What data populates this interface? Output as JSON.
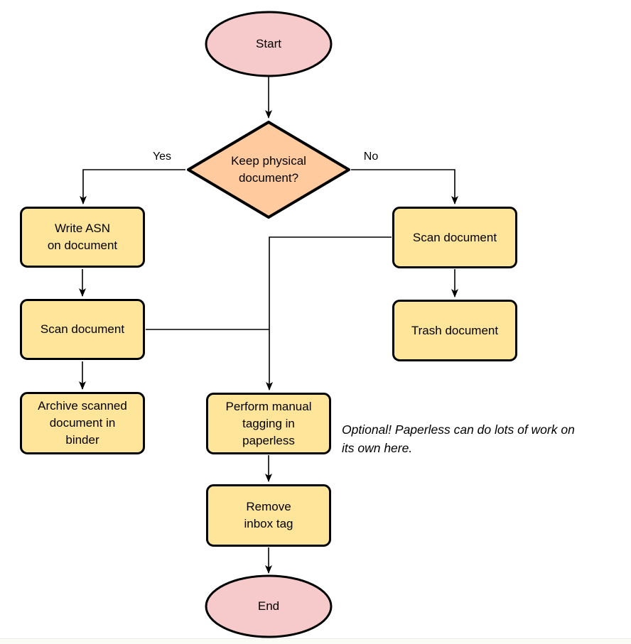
{
  "colors": {
    "terminator_fill": "#F6CACA",
    "decision_fill": "#FFCB9E",
    "process_fill": "#FFE59A",
    "stroke": "#000000"
  },
  "nodes": {
    "start": {
      "label": "Start",
      "type": "terminator"
    },
    "keep_physical": {
      "label": "Keep physical\ndocument?",
      "type": "decision"
    },
    "write_asn": {
      "label": "Write ASN\non document",
      "type": "process"
    },
    "scan_document_left": {
      "label": "Scan document",
      "type": "process"
    },
    "archive": {
      "label": "Archive scanned\ndocument in\nbinder",
      "type": "process"
    },
    "scan_document_right": {
      "label": "Scan document",
      "type": "process"
    },
    "trash": {
      "label": "Trash document",
      "type": "process"
    },
    "manual_tagging": {
      "label": "Perform manual\ntagging in\npaperless",
      "type": "process"
    },
    "remove_inbox_tag": {
      "label": "Remove\ninbox tag",
      "type": "process"
    },
    "end": {
      "label": "End",
      "type": "terminator"
    }
  },
  "edge_labels": {
    "yes": "Yes",
    "no": "No"
  },
  "annotation": {
    "text": "Optional! Paperless can do lots of work on\nits own here."
  }
}
